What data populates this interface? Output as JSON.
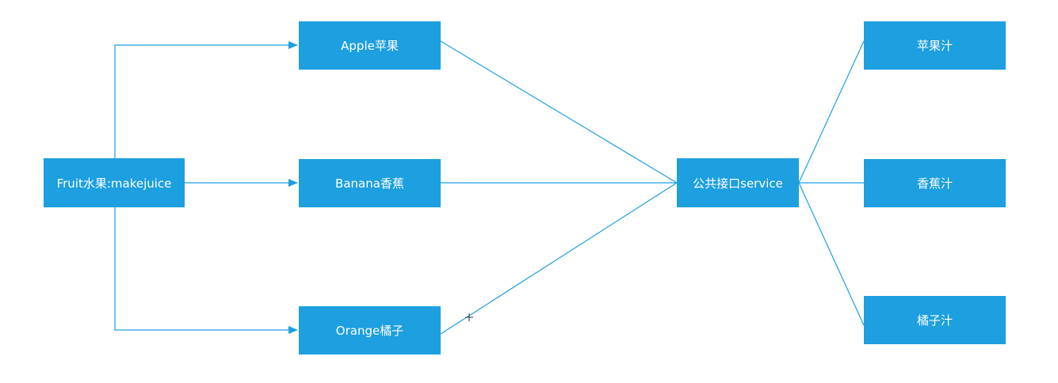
{
  "diagram": {
    "colors": {
      "node_fill": "#1d9fe0",
      "node_text": "#ffffff",
      "edge": "#1d9fe0",
      "background": "#ffffff"
    },
    "nodes": {
      "fruit": "Fruit水果:makejuice",
      "apple": "Apple苹果",
      "banana": "Banana香蕉",
      "orange": "Orange橘子",
      "service": "公共接口service",
      "apple_juice": "苹果汁",
      "banana_juice": "香蕉汁",
      "orange_juice": "橘子汁"
    },
    "edges": [
      {
        "from": "fruit",
        "to": "apple",
        "arrow": true
      },
      {
        "from": "fruit",
        "to": "banana",
        "arrow": true
      },
      {
        "from": "fruit",
        "to": "orange",
        "arrow": true
      },
      {
        "from": "apple",
        "to": "service",
        "arrow": false
      },
      {
        "from": "banana",
        "to": "service",
        "arrow": false
      },
      {
        "from": "orange",
        "to": "service",
        "arrow": false
      },
      {
        "from": "service",
        "to": "apple_juice",
        "arrow": false
      },
      {
        "from": "service",
        "to": "banana_juice",
        "arrow": false
      },
      {
        "from": "service",
        "to": "orange_juice",
        "arrow": false
      }
    ]
  }
}
